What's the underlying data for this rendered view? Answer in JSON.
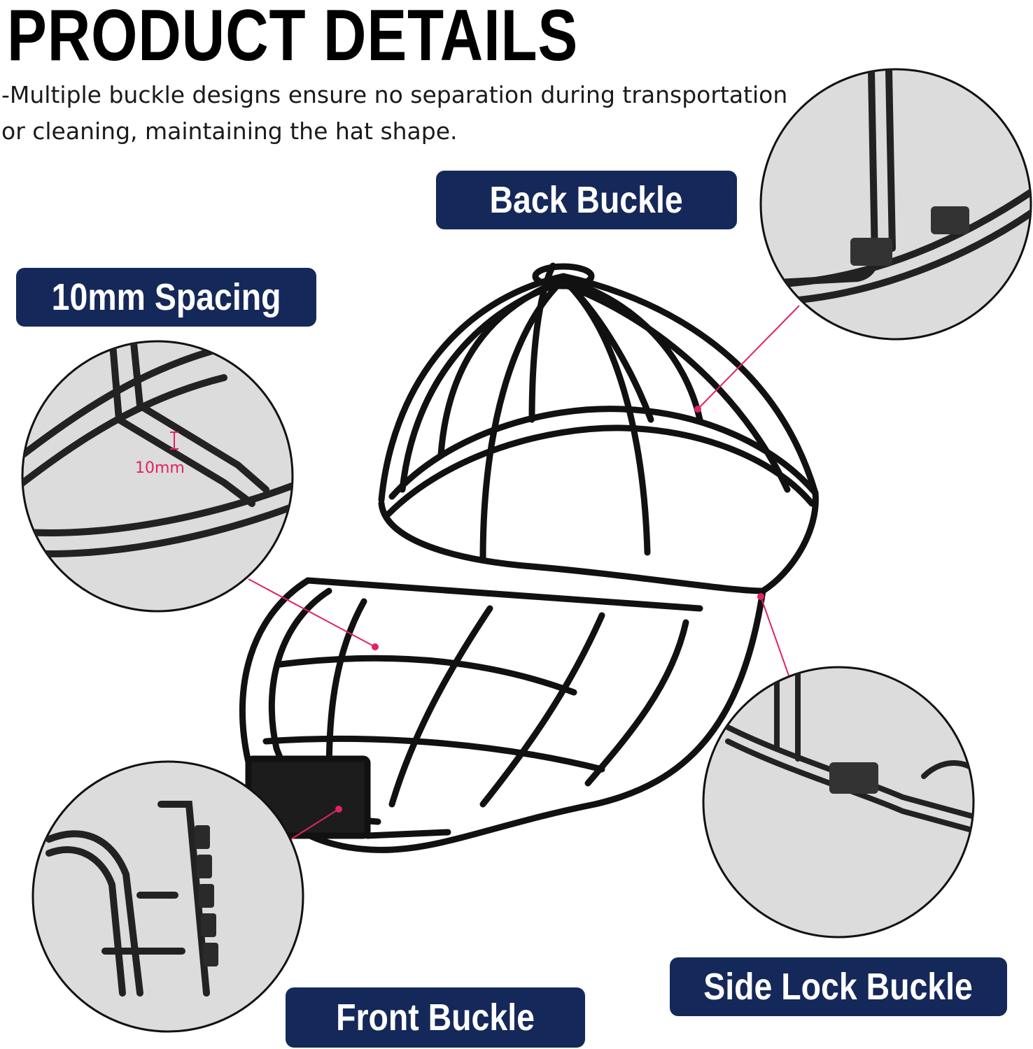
{
  "header": {
    "title": "PRODUCT DETAILS",
    "description_line1": "-Multiple buckle designs ensure no separation during transportation",
    "description_line2": "or cleaning, maintaining the hat shape."
  },
  "labels": {
    "back_buckle": "Back Buckle",
    "spacing": "10mm Spacing",
    "side_lock_buckle": "Side Lock Buckle",
    "front_buckle": "Front Buckle",
    "spacing_measure": "10mm"
  },
  "colors": {
    "badge_bg": "#15285a",
    "badge_text": "#ffffff",
    "pointer": "#e0245e",
    "frame": "#111111",
    "detail_bg": "#dcdcdc"
  }
}
